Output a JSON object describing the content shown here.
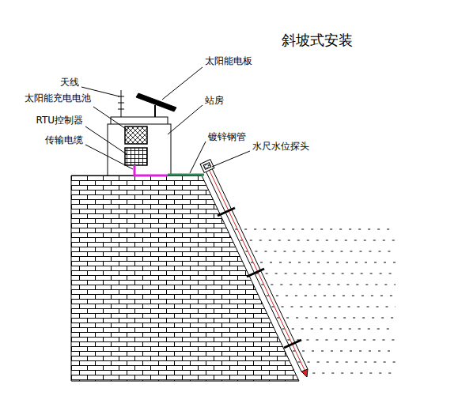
{
  "diagram": {
    "title": "斜坡式安装",
    "labels": [
      "太阳能电板",
      "天线",
      "太阳能充电电池",
      "站房",
      "RTU控制器",
      "镀锌钢管",
      "传输电缆",
      "水尺水位探头"
    ]
  }
}
